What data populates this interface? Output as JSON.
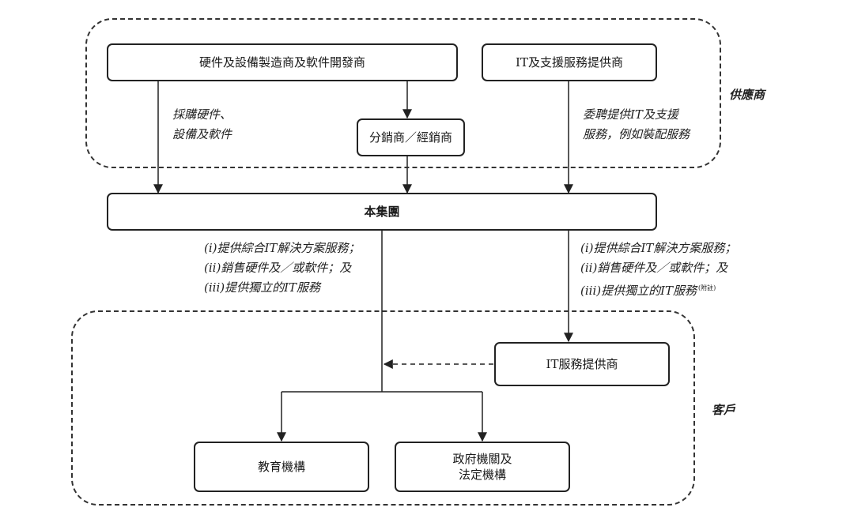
{
  "groups": {
    "suppliers": "供應商",
    "customers": "客戶"
  },
  "boxes": {
    "hw_sw_vendor": "硬件及設備製造商及軟件開發商",
    "it_support_provider": "IT及支援服務提供商",
    "distributor": "分銷商／經銷商",
    "group": "本集團",
    "it_service_provider": "IT服務提供商",
    "education": "教育機構",
    "government": "政府機關及\n法定機構"
  },
  "labels": {
    "procure": "採購硬件、\n設備及軟件",
    "outsource": "委聘提供IT及支援\n服務，例如裝配服務",
    "services_left": "(i)提供綜合IT解決方案服務；\n(ii)銷售硬件及／或軟件；及\n(iii)提供獨立的IT服務",
    "services_right": "(i)提供綜合IT解決方案服務；\n(ii)銷售硬件及／或軟件；及\n(iii)提供獨立的IT服務",
    "note": "(附註)"
  }
}
